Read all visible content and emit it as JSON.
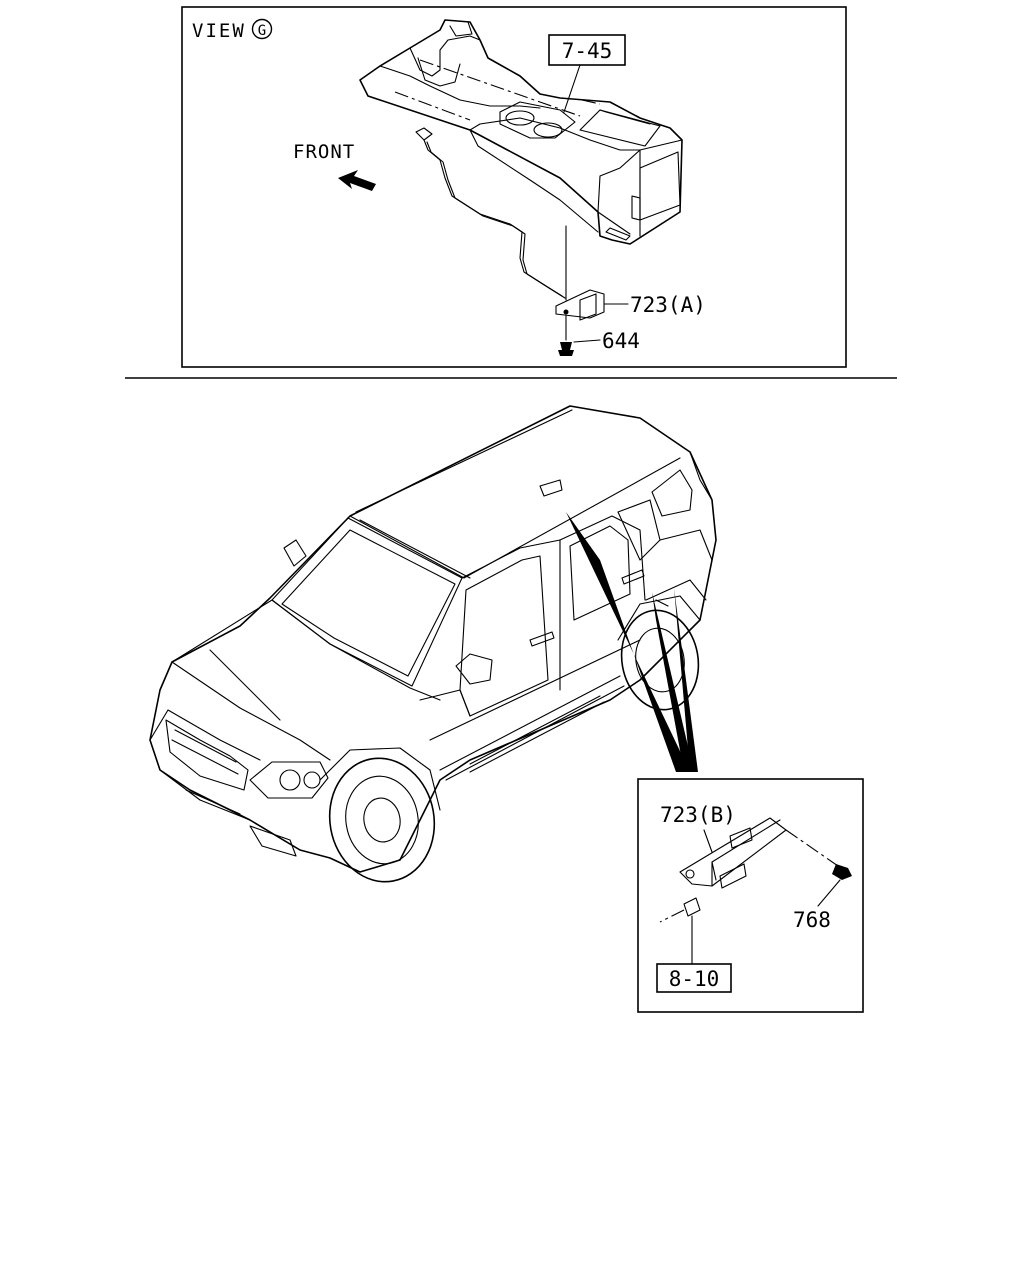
{
  "view_label": "VIEW",
  "view_letter": "G",
  "front_label": "FRONT",
  "callouts": {
    "console_ref": "7-45",
    "part_723a": "723(A)",
    "part_644": "644",
    "part_723b": "723(B)",
    "part_768": "768",
    "connector_ref": "8-10"
  }
}
